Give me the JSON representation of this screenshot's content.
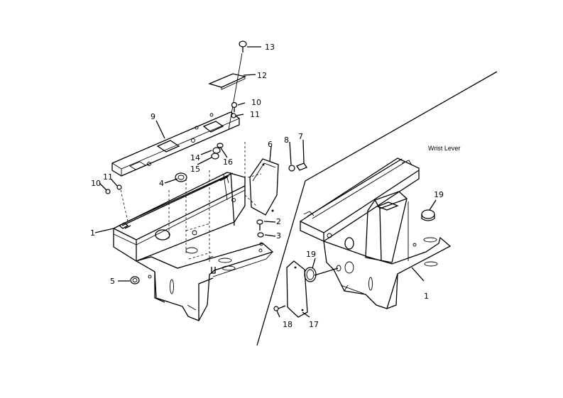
{
  "drawing": {
    "caption": "Wrist Lever",
    "callouts": {
      "c1a": "1",
      "c1b": "1",
      "c2": "2",
      "c3": "3",
      "c4": "4",
      "c5": "5",
      "c6": "6",
      "c7": "7",
      "c8": "8",
      "c9": "9",
      "c10a": "10",
      "c10b": "10",
      "c11a": "11",
      "c11b": "11",
      "c12": "12",
      "c13": "13",
      "c14": "14",
      "c15": "15",
      "c16": "16",
      "c17": "17",
      "c18": "18",
      "c19a": "19",
      "c19b": "19"
    }
  }
}
